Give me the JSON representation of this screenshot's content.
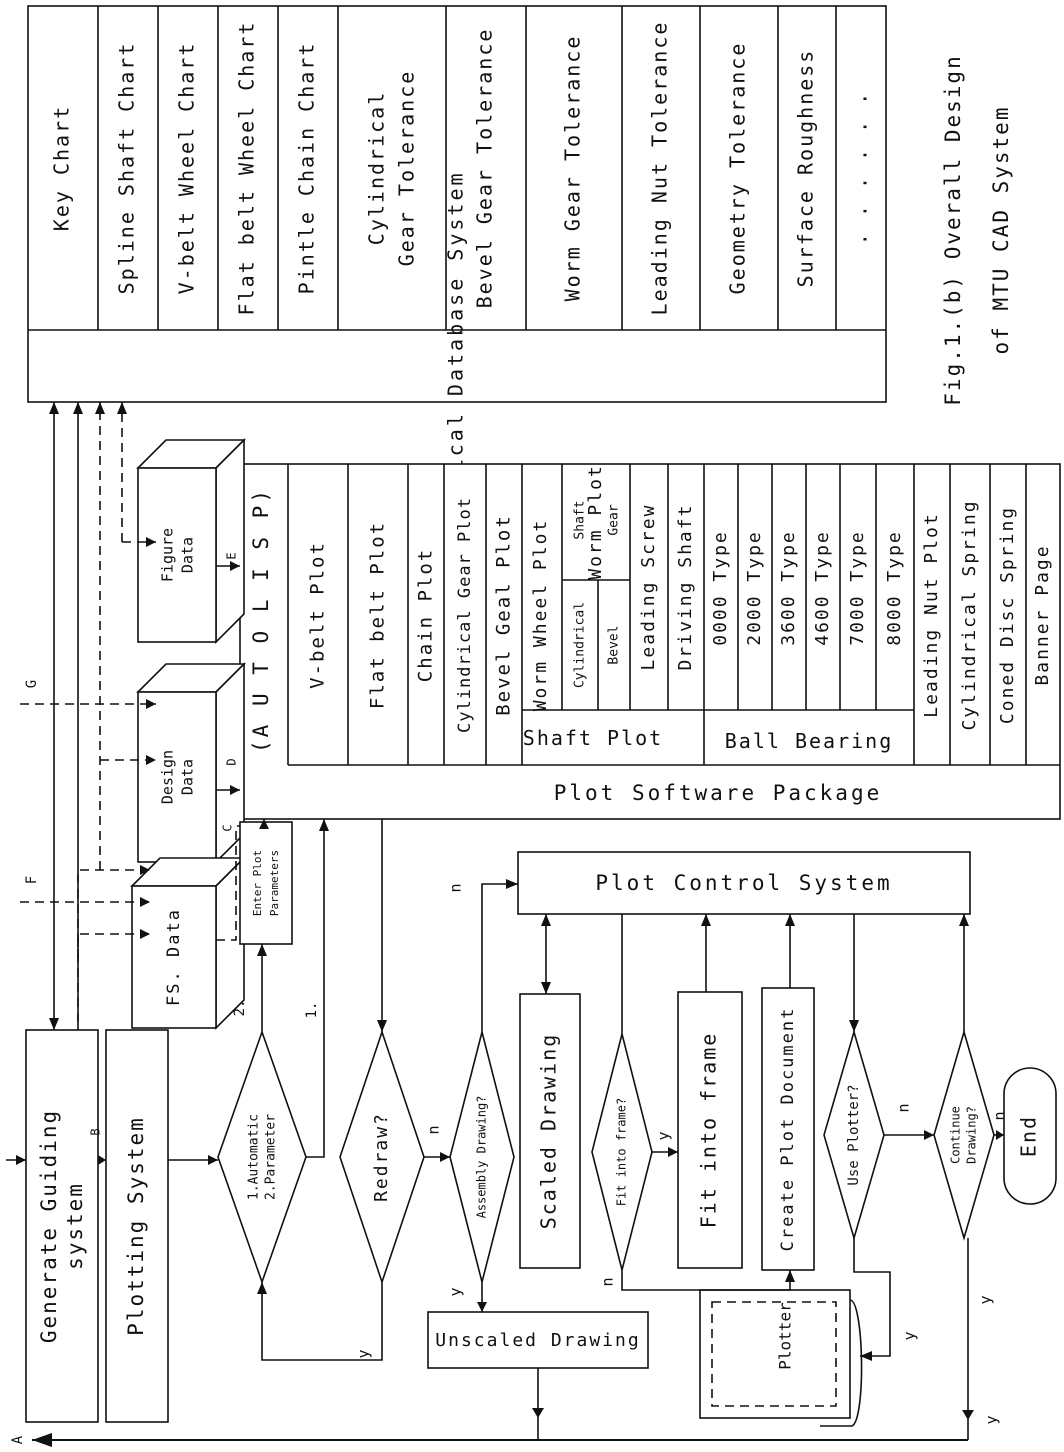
{
  "db": {
    "title": "Mechanical Database System",
    "items": [
      "Key Chart",
      "Spline Shaft Chart",
      "V-belt Wheel Chart",
      "Flat belt Wheel Chart",
      "Pintle Chain Chart",
      "Cylindrical",
      "Gear Tolerance",
      "Bevel Gear Tolerance",
      "Worm Gear Tolerance",
      "Leading Nut Tolerance",
      "Geometry Tolerance",
      "Surface Roughness",
      ". . .   . . ."
    ]
  },
  "caption": {
    "line1": "Fig.1.(b) Overall Design",
    "line2": "of MTU CAD System"
  },
  "plot_pkg": {
    "title": "Plot Software Package",
    "autolisp": "(A U T O L I S P)",
    "items": [
      "V-belt Plot",
      "Flat belt Plot",
      "Chain Plot",
      "Cylindrical Gear Plot",
      "Bevel Geal Plot",
      "Worm Wheel Plot"
    ],
    "worm_plot": "Worm Plot",
    "cylindrical": "Cylindrical",
    "bevel": "Bevel",
    "shaft": "Shaft",
    "gear": "Gear",
    "leading_screw": "Leading Screw",
    "driving_shaft": "Driving Shaft",
    "shaft_plot": "Shaft Plot",
    "ball_bearing": "Ball Bearing",
    "types": [
      "0000 Type",
      "2000 Type",
      "3600 Type",
      "4600 Type",
      "7000 Type",
      "8000 Type"
    ],
    "tail": [
      "Leading Nut Plot",
      "Cylindrical Spring",
      "Coned Disc Spring",
      "Banner Page"
    ]
  },
  "data_stores": {
    "figure": [
      "Figure",
      "Data"
    ],
    "design": [
      "Design",
      "Data"
    ],
    "fs": "FS. Data"
  },
  "enter_params": [
    "Enter Plot",
    "Parameters"
  ],
  "flow": {
    "generate": [
      "Generate Guiding",
      "system"
    ],
    "plotting": "Plotting System",
    "mode": [
      "1.Automatic",
      "2.Parameter"
    ],
    "redraw": "Redraw?",
    "assembly": "Assembly Drawing?",
    "scaled": "Scaled Drawing",
    "unscaled": "Unscaled Drawing",
    "fit_q": "Fit into frame?",
    "fit": "Fit into frame",
    "create": "Create Plot Document",
    "use_plotter": "Use Plotter?",
    "continue": [
      "Continue",
      "Drawing?"
    ],
    "end": "End",
    "plotter": "Plotter",
    "control": "Plot Control System"
  },
  "labels": {
    "A": "A",
    "B": "B",
    "C": "C",
    "D": "D",
    "E": "E",
    "F": "F",
    "G": "G",
    "n": "n",
    "y": "y",
    "one": "1.",
    "two": "2."
  }
}
